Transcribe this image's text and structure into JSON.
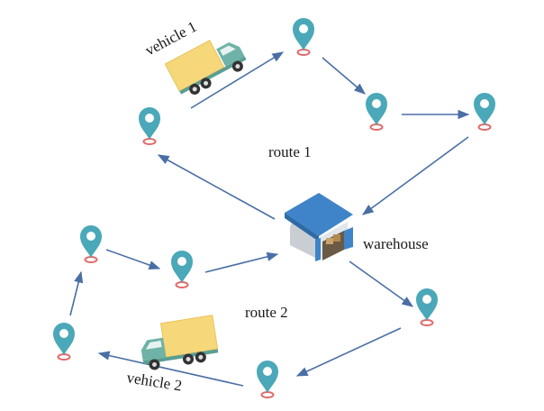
{
  "labels": {
    "route1": "route 1",
    "route2": "route 2",
    "vehicle1": "vehicle 1",
    "vehicle2": "vehicle 2",
    "warehouse": "warehouse"
  },
  "colors": {
    "pin": "#4aa8b8",
    "pin_base": "#e06a6a",
    "arrow": "#4a6fa5",
    "truck_cargo": "#f6d77a",
    "truck_cab": "#6fb3a8",
    "warehouse_roof": "#3f84c8",
    "warehouse_wall": "#d8dde3"
  },
  "icons": [
    "location-pin-icon",
    "delivery-truck-icon",
    "warehouse-icon"
  ]
}
